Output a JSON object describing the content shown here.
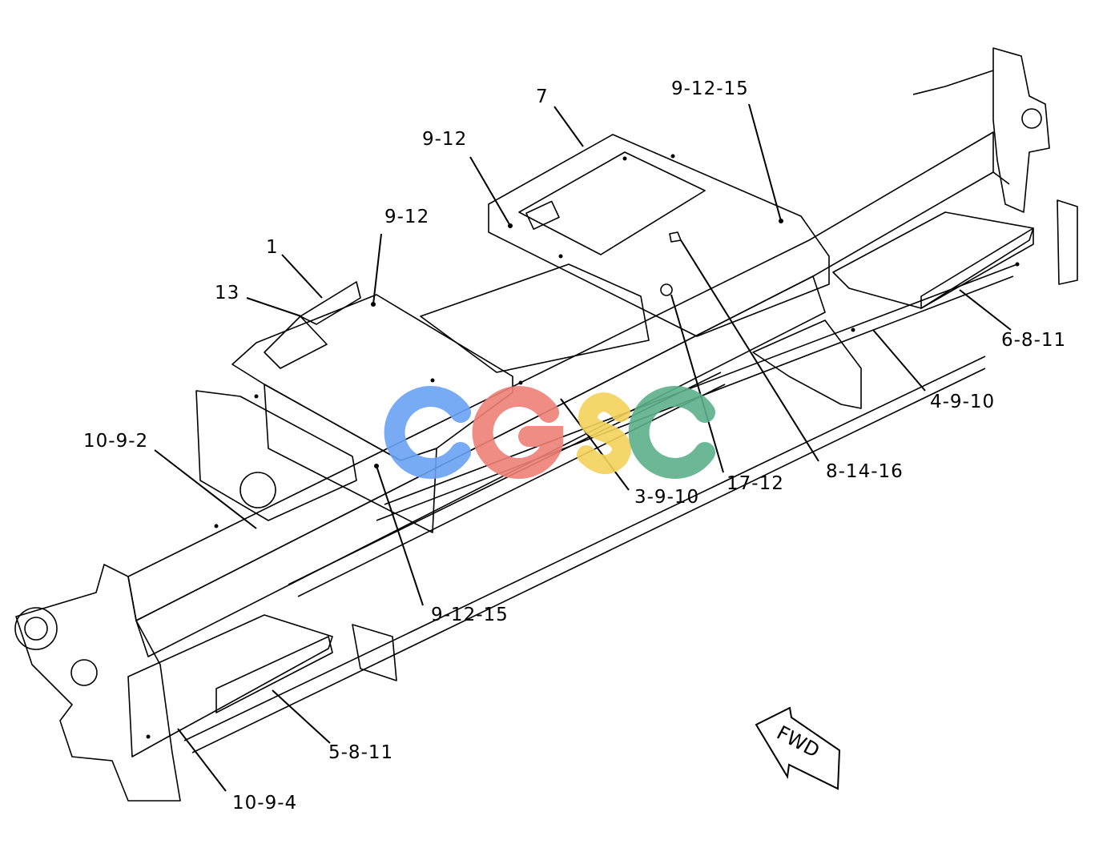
{
  "callouts": [
    {
      "id": "c1",
      "text": "1"
    },
    {
      "id": "c13",
      "text": "13"
    },
    {
      "id": "c7",
      "text": "7"
    },
    {
      "id": "c912a",
      "text": "9-12"
    },
    {
      "id": "c912b",
      "text": "9-12"
    },
    {
      "id": "c91215a",
      "text": "9-12-15"
    },
    {
      "id": "c91215b",
      "text": "9-12-15"
    },
    {
      "id": "c1092",
      "text": "10-9-2"
    },
    {
      "id": "c1094",
      "text": "10-9-4"
    },
    {
      "id": "c5811",
      "text": "5-8-11"
    },
    {
      "id": "c6811",
      "text": "6-8-11"
    },
    {
      "id": "c4910",
      "text": "4-9-10"
    },
    {
      "id": "c3910",
      "text": "3-9-10"
    },
    {
      "id": "c1712",
      "text": "17-12"
    },
    {
      "id": "c81416",
      "text": "8-14-16"
    }
  ],
  "fwd_arrow": {
    "label": "FWD"
  },
  "watermark": {
    "text": "CGSC",
    "colors": [
      "#6aa2f4",
      "#ee8077",
      "#f3d25a",
      "#5bb08b"
    ]
  }
}
